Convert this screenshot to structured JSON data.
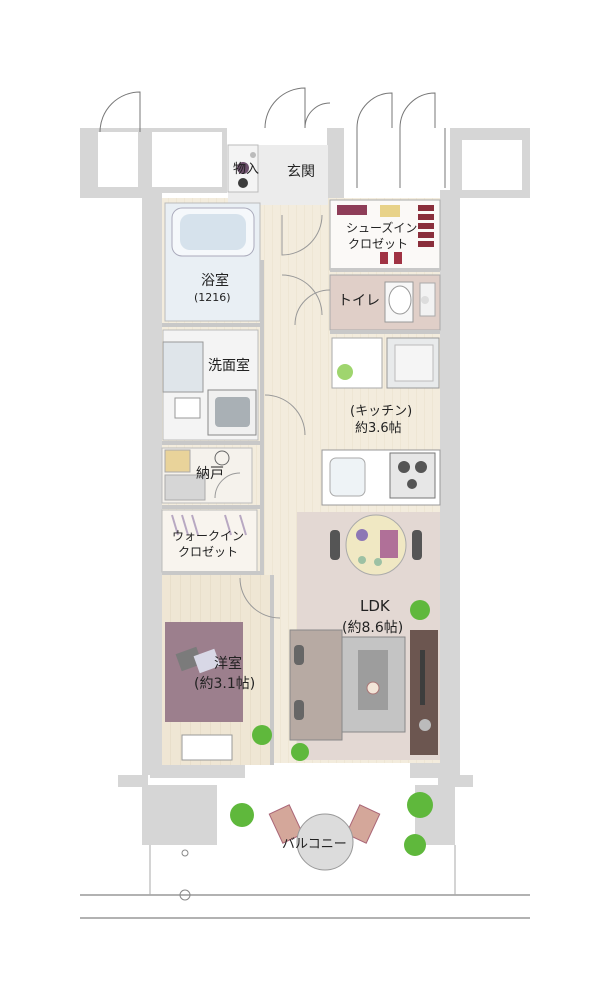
{
  "rooms": {
    "storage_small": "物入",
    "entrance": "玄関",
    "shoe_closet_line1": "シューズイン",
    "shoe_closet_line2": "クロゼット",
    "bath": "浴室",
    "bath_size": "(1216)",
    "toilet": "トイレ",
    "washroom": "洗面室",
    "kitchen": "(キッチン)",
    "kitchen_area": "約3.6帖",
    "closet": "納戸",
    "walkin_line1": "ウォークイン",
    "walkin_line2": "クロゼット",
    "ldk": "LDK",
    "ldk_area": "(約8.6帖)",
    "western": "洋室",
    "western_area": "(約3.1帖)",
    "balcony": "バルコニー"
  },
  "colors": {
    "wall": "#d6d6d6",
    "floor_wood": "#f2ebdc",
    "ldk_rug": "#e3d8d3",
    "bed": "#9c7f8d",
    "wet_area": "#e9eff4",
    "toilet_floor": "#e0cfc8",
    "tv_board": "#6c5650",
    "sofa": "#b7aaa3"
  }
}
